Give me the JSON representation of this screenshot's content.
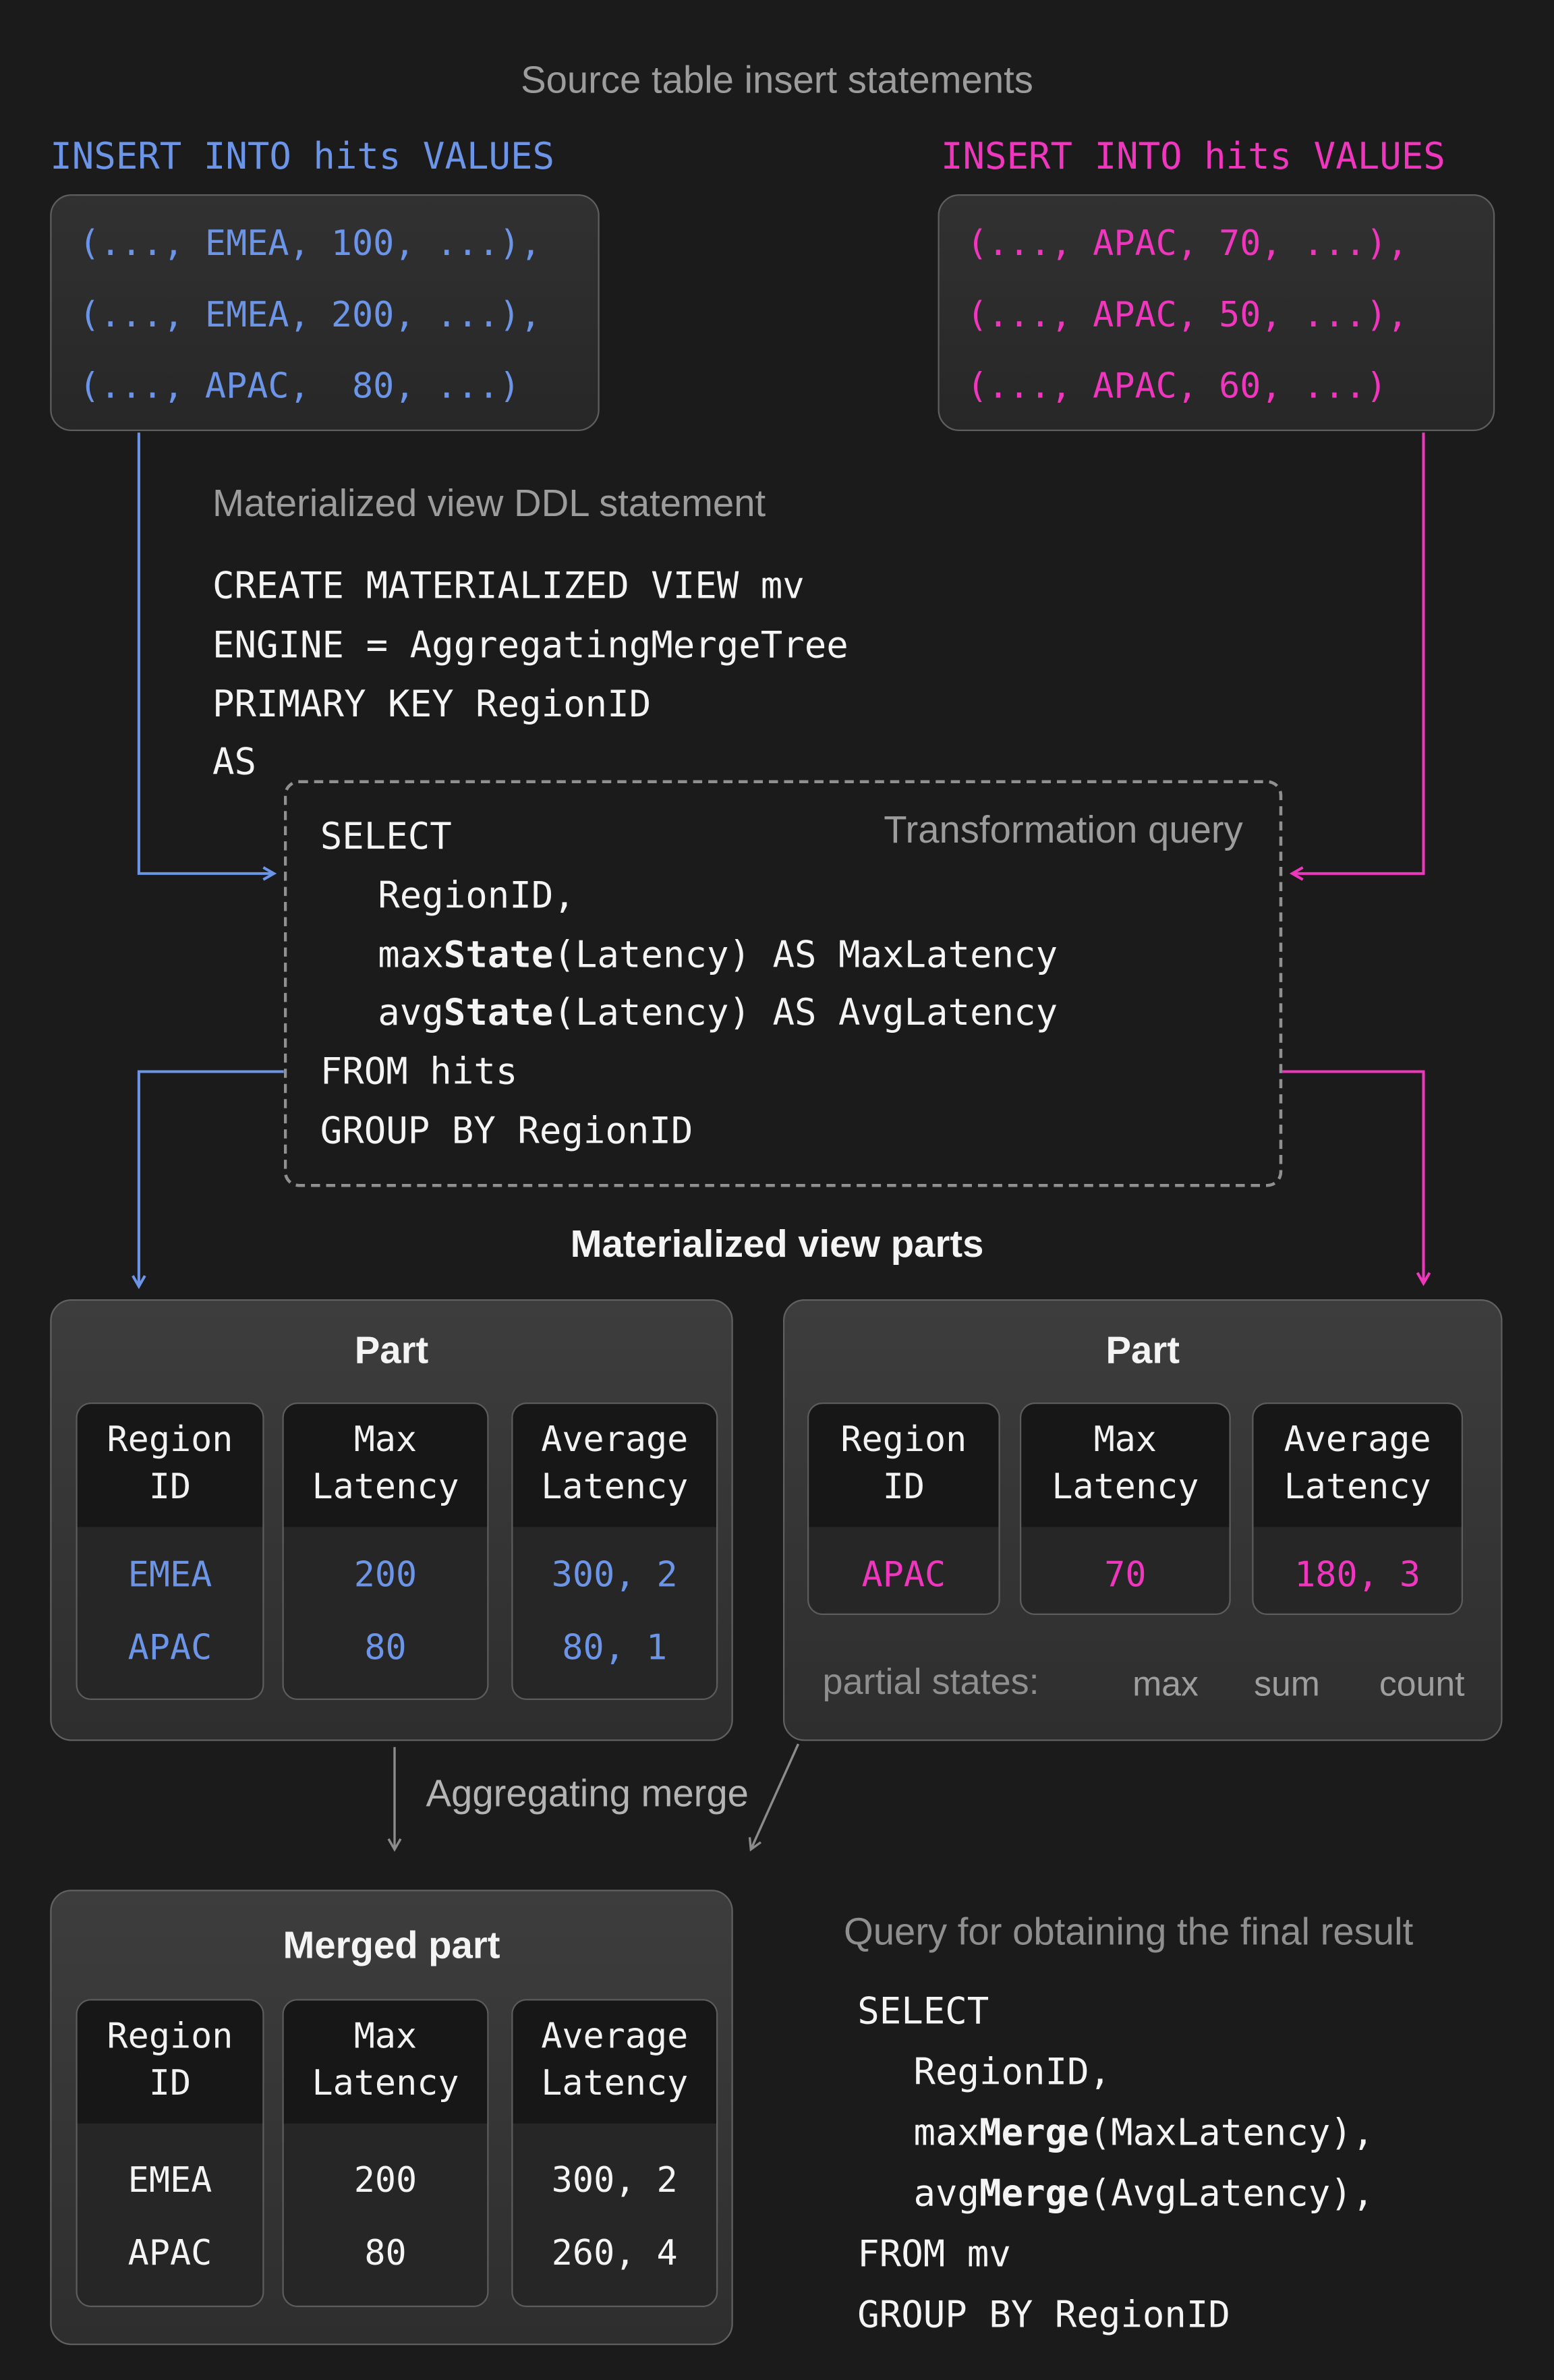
{
  "colors": {
    "background": "#1b1b1b",
    "blue_accent": "#6c95e8",
    "pink_accent": "#ef37be",
    "heading_gray": "#9c9c9c",
    "white_text": "#f4f4f4"
  },
  "titles": {
    "source": "Source table insert statements",
    "ddl": "Materialized view DDL statement",
    "transformation": "Transformation query",
    "parts": "Materialized view parts",
    "merge": "Aggregating merge",
    "final": "Query for obtaining the final result"
  },
  "insert_left": {
    "header": "INSERT INTO hits VALUES",
    "rows": [
      "(..., EMEA, 100, ...),",
      "(..., EMEA, 200, ...),",
      "(..., APAC,  80, ...)"
    ]
  },
  "insert_right": {
    "header": "INSERT INTO hits VALUES",
    "rows": [
      "(..., APAC, 70, ...),",
      "(..., APAC, 50, ...),",
      "(..., APAC, 60, ...)"
    ]
  },
  "ddl_code": {
    "l1": "CREATE MATERIALIZED VIEW mv",
    "l2": "ENGINE = AggregatingMergeTree",
    "l3": "PRIMARY KEY RegionID",
    "l4": "AS"
  },
  "transform_code": {
    "l1": "SELECT",
    "l2": "RegionID,",
    "l3a": "max",
    "l3b": "State",
    "l3c": "(Latency) AS MaxLatency",
    "l4a": "avg",
    "l4b": "State",
    "l4c": "(Latency) AS AvgLatency",
    "l5": "FROM hits",
    "l6": "GROUP BY RegionID"
  },
  "part_left": {
    "title": "Part",
    "columns": [
      {
        "h1": "Region",
        "h2": "ID",
        "values": [
          "EMEA",
          "APAC"
        ]
      },
      {
        "h1": "Max",
        "h2": "Latency",
        "values": [
          "200",
          "80"
        ]
      },
      {
        "h1": "Average",
        "h2": "Latency",
        "values": [
          "300, 2",
          "80, 1"
        ]
      }
    ]
  },
  "part_right": {
    "title": "Part",
    "columns": [
      {
        "h1": "Region",
        "h2": "ID",
        "values": [
          "APAC"
        ]
      },
      {
        "h1": "Max",
        "h2": "Latency",
        "values": [
          "70"
        ]
      },
      {
        "h1": "Average",
        "h2": "Latency",
        "values": [
          "180, 3"
        ]
      }
    ],
    "partial_label": "partial states:",
    "annotations": [
      "max",
      "sum",
      "count"
    ]
  },
  "merged_part": {
    "title": "Merged part",
    "columns": [
      {
        "h1": "Region",
        "h2": "ID",
        "values": [
          "EMEA",
          "APAC"
        ]
      },
      {
        "h1": "Max",
        "h2": "Latency",
        "values": [
          "200",
          "80"
        ]
      },
      {
        "h1": "Average",
        "h2": "Latency",
        "values": [
          "300, 2",
          "260, 4"
        ]
      }
    ]
  },
  "final_code": {
    "l1": "SELECT",
    "l2": "RegionID,",
    "l3a": "max",
    "l3b": "Merge",
    "l3c": "(MaxLatency),",
    "l4a": "avg",
    "l4b": "Merge",
    "l4c": "(AvgLatency),",
    "l5": "FROM mv",
    "l6": "GROUP BY RegionID"
  }
}
